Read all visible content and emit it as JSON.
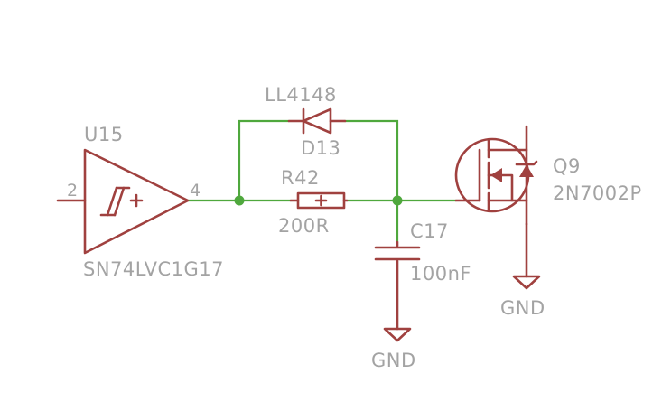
{
  "buffer": {
    "refdes": "U15",
    "value": "SN74LVC1G17",
    "pin_in": "2",
    "pin_out": "4"
  },
  "diode": {
    "refdes": "D13",
    "value": "LL4148"
  },
  "resistor": {
    "refdes": "R42",
    "value": "200R"
  },
  "capacitor": {
    "refdes": "C17",
    "value": "100nF"
  },
  "mosfet": {
    "refdes": "Q9",
    "value": "2N7002P"
  },
  "gnd_cap": "GND",
  "gnd_fet": "GND",
  "colors": {
    "symbol": "#a0413f",
    "wire": "#4fa83d",
    "label": "#a3a3a3"
  }
}
